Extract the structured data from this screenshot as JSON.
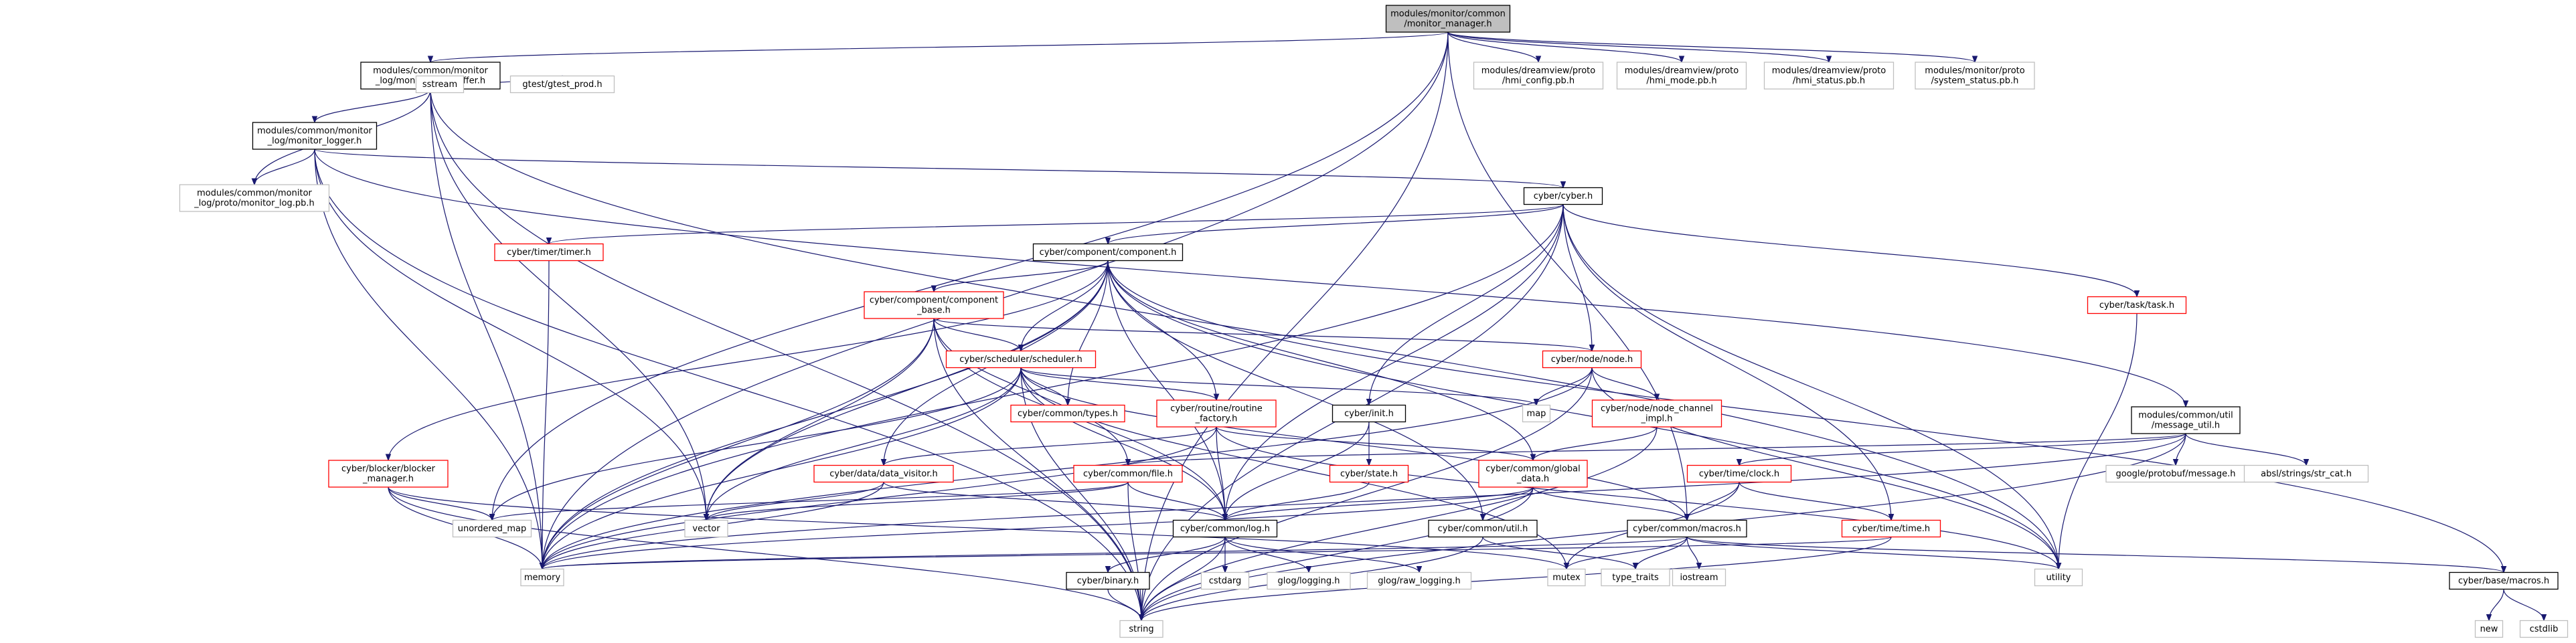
{
  "title": "",
  "colors": {
    "edge": "#191970",
    "root_fill": "#bfbfbf",
    "link_border": "#ff0000",
    "missing_border": "#bfbfbf",
    "normal_border": "#000000"
  },
  "nodes": [
    {
      "id": "monitor_manager",
      "lines": [
        "modules/monitor/common",
        "/monitor_manager.h"
      ],
      "style": "root"
    },
    {
      "id": "monitor_log_buffer",
      "lines": [
        "modules/common/monitor",
        "_log/monitor_log_buffer.h"
      ],
      "style": "normal"
    },
    {
      "id": "hmi_config",
      "lines": [
        "modules/dreamview/proto",
        "/hmi_config.pb.h"
      ],
      "style": "grey"
    },
    {
      "id": "hmi_mode",
      "lines": [
        "modules/dreamview/proto",
        "/hmi_mode.pb.h"
      ],
      "style": "grey"
    },
    {
      "id": "hmi_status",
      "lines": [
        "modules/dreamview/proto",
        "/hmi_status.pb.h"
      ],
      "style": "grey"
    },
    {
      "id": "system_status",
      "lines": [
        "modules/monitor/proto",
        "/system_status.pb.h"
      ],
      "style": "grey"
    },
    {
      "id": "monitor_logger",
      "lines": [
        "modules/common/monitor",
        "_log/monitor_logger.h"
      ],
      "style": "normal"
    },
    {
      "id": "sstream",
      "lines": [
        "sstream"
      ],
      "style": "grey"
    },
    {
      "id": "gtest_prod",
      "lines": [
        "gtest/gtest_prod.h"
      ],
      "style": "grey"
    },
    {
      "id": "monitor_log_pb",
      "lines": [
        "modules/common/monitor",
        "_log/proto/monitor_log.pb.h"
      ],
      "style": "grey"
    },
    {
      "id": "cyber_h",
      "lines": [
        "cyber/cyber.h"
      ],
      "style": "normal"
    },
    {
      "id": "timer_h",
      "lines": [
        "cyber/timer/timer.h"
      ],
      "style": "red"
    },
    {
      "id": "component_h",
      "lines": [
        "cyber/component/component.h"
      ],
      "style": "normal"
    },
    {
      "id": "component_base",
      "lines": [
        "cyber/component/component",
        "_base.h"
      ],
      "style": "red"
    },
    {
      "id": "task_h",
      "lines": [
        "cyber/task/task.h"
      ],
      "style": "red"
    },
    {
      "id": "node_h",
      "lines": [
        "cyber/node/node.h"
      ],
      "style": "red"
    },
    {
      "id": "scheduler_h",
      "lines": [
        "cyber/scheduler/scheduler.h"
      ],
      "style": "red"
    },
    {
      "id": "types_h",
      "lines": [
        "cyber/common/types.h"
      ],
      "style": "red"
    },
    {
      "id": "map",
      "lines": [
        "map"
      ],
      "style": "grey"
    },
    {
      "id": "node_channel_impl",
      "lines": [
        "cyber/node/node_channel",
        "_impl.h"
      ],
      "style": "red"
    },
    {
      "id": "init_h",
      "lines": [
        "cyber/init.h"
      ],
      "style": "normal"
    },
    {
      "id": "routine_factory",
      "lines": [
        "cyber/routine/routine",
        "_factory.h"
      ],
      "style": "red"
    },
    {
      "id": "message_util",
      "lines": [
        "modules/common/util",
        "/message_util.h"
      ],
      "style": "normal"
    },
    {
      "id": "blocker_manager",
      "lines": [
        "cyber/blocker/blocker",
        "_manager.h"
      ],
      "style": "red"
    },
    {
      "id": "data_visitor",
      "lines": [
        "cyber/data/data_visitor.h"
      ],
      "style": "red"
    },
    {
      "id": "file_h",
      "lines": [
        "cyber/common/file.h"
      ],
      "style": "red"
    },
    {
      "id": "state_h",
      "lines": [
        "cyber/state.h"
      ],
      "style": "red"
    },
    {
      "id": "global_data",
      "lines": [
        "cyber/common/global",
        "_data.h"
      ],
      "style": "red"
    },
    {
      "id": "clock_h",
      "lines": [
        "cyber/time/clock.h"
      ],
      "style": "red"
    },
    {
      "id": "protobuf_message",
      "lines": [
        "google/protobuf/message.h"
      ],
      "style": "grey"
    },
    {
      "id": "str_cat",
      "lines": [
        "absl/strings/str_cat.h"
      ],
      "style": "grey"
    },
    {
      "id": "unordered_map",
      "lines": [
        "unordered_map"
      ],
      "style": "grey"
    },
    {
      "id": "vector",
      "lines": [
        "vector"
      ],
      "style": "grey"
    },
    {
      "id": "log_h",
      "lines": [
        "cyber/common/log.h"
      ],
      "style": "normal"
    },
    {
      "id": "util_h",
      "lines": [
        "cyber/common/util.h"
      ],
      "style": "normal"
    },
    {
      "id": "macros_h",
      "lines": [
        "cyber/common/macros.h"
      ],
      "style": "normal"
    },
    {
      "id": "time_h",
      "lines": [
        "cyber/time/time.h"
      ],
      "style": "red"
    },
    {
      "id": "memory",
      "lines": [
        "memory"
      ],
      "style": "grey"
    },
    {
      "id": "mutex",
      "lines": [
        "mutex"
      ],
      "style": "grey"
    },
    {
      "id": "type_traits",
      "lines": [
        "type_traits"
      ],
      "style": "grey"
    },
    {
      "id": "iostream",
      "lines": [
        "iostream"
      ],
      "style": "grey"
    },
    {
      "id": "utility",
      "lines": [
        "utility"
      ],
      "style": "grey"
    },
    {
      "id": "base_macros",
      "lines": [
        "cyber/base/macros.h"
      ],
      "style": "normal"
    },
    {
      "id": "binary_h",
      "lines": [
        "cyber/binary.h"
      ],
      "style": "normal"
    },
    {
      "id": "cstdarg",
      "lines": [
        "cstdarg"
      ],
      "style": "grey"
    },
    {
      "id": "glog_logging",
      "lines": [
        "glog/logging.h"
      ],
      "style": "grey"
    },
    {
      "id": "glog_raw_logging",
      "lines": [
        "glog/raw_logging.h"
      ],
      "style": "grey"
    },
    {
      "id": "string",
      "lines": [
        "string"
      ],
      "style": "grey"
    },
    {
      "id": "new",
      "lines": [
        "new"
      ],
      "style": "grey"
    },
    {
      "id": "cstdlib",
      "lines": [
        "cstdlib"
      ],
      "style": "grey"
    }
  ],
  "edges": [
    [
      "monitor_manager",
      "monitor_log_buffer"
    ],
    [
      "monitor_manager",
      "hmi_config"
    ],
    [
      "monitor_manager",
      "hmi_mode"
    ],
    [
      "monitor_manager",
      "hmi_status"
    ],
    [
      "monitor_manager",
      "system_status"
    ],
    [
      "monitor_manager",
      "string"
    ],
    [
      "monitor_manager",
      "memory"
    ],
    [
      "monitor_manager",
      "unordered_map"
    ],
    [
      "monitor_manager",
      "macros_h"
    ],
    [
      "monitor_log_buffer",
      "monitor_logger"
    ],
    [
      "monitor_log_buffer",
      "sstream"
    ],
    [
      "monitor_log_buffer",
      "gtest_prod"
    ],
    [
      "monitor_log_buffer",
      "monitor_log_pb"
    ],
    [
      "monitor_log_buffer",
      "string"
    ],
    [
      "monitor_log_buffer",
      "vector"
    ],
    [
      "monitor_log_buffer",
      "memory"
    ],
    [
      "monitor_log_buffer",
      "utility"
    ],
    [
      "monitor_logger",
      "monitor_log_pb"
    ],
    [
      "monitor_logger",
      "cyber_h"
    ],
    [
      "monitor_logger",
      "message_util"
    ],
    [
      "monitor_logger",
      "memory"
    ],
    [
      "monitor_logger",
      "string"
    ],
    [
      "monitor_logger",
      "vector"
    ],
    [
      "cyber_h",
      "timer_h"
    ],
    [
      "cyber_h",
      "component_h"
    ],
    [
      "cyber_h",
      "task_h"
    ],
    [
      "cyber_h",
      "node_h"
    ],
    [
      "cyber_h",
      "init_h"
    ],
    [
      "cyber_h",
      "log_h"
    ],
    [
      "cyber_h",
      "time_h"
    ],
    [
      "cyber_h",
      "memory"
    ],
    [
      "cyber_h",
      "string"
    ],
    [
      "cyber_h",
      "utility"
    ],
    [
      "timer_h",
      "memory"
    ],
    [
      "component_h",
      "component_base"
    ],
    [
      "component_h",
      "scheduler_h"
    ],
    [
      "component_h",
      "types_h"
    ],
    [
      "component_h",
      "routine_factory"
    ],
    [
      "component_h",
      "blocker_manager"
    ],
    [
      "component_h",
      "data_visitor"
    ],
    [
      "component_h",
      "global_data"
    ],
    [
      "component_h",
      "util_h"
    ],
    [
      "component_h",
      "base_macros"
    ],
    [
      "component_h",
      "memory"
    ],
    [
      "component_h",
      "vector"
    ],
    [
      "component_h",
      "utility"
    ],
    [
      "component_h",
      "log_h"
    ],
    [
      "component_base",
      "node_h"
    ],
    [
      "component_base",
      "scheduler_h"
    ],
    [
      "component_base",
      "file_h"
    ],
    [
      "component_base",
      "log_h"
    ],
    [
      "component_base",
      "memory"
    ],
    [
      "component_base",
      "string"
    ],
    [
      "component_base",
      "vector"
    ],
    [
      "task_h",
      "utility"
    ],
    [
      "node_h",
      "node_channel_impl"
    ],
    [
      "node_h",
      "map"
    ],
    [
      "node_h",
      "memory"
    ],
    [
      "node_h",
      "string"
    ],
    [
      "node_h",
      "utility"
    ],
    [
      "scheduler_h",
      "types_h"
    ],
    [
      "scheduler_h",
      "routine_factory"
    ],
    [
      "scheduler_h",
      "map"
    ],
    [
      "scheduler_h",
      "unordered_map"
    ],
    [
      "scheduler_h",
      "vector"
    ],
    [
      "scheduler_h",
      "memory"
    ],
    [
      "scheduler_h",
      "string"
    ],
    [
      "scheduler_h",
      "mutex"
    ],
    [
      "scheduler_h",
      "log_h"
    ],
    [
      "scheduler_h",
      "macros_h"
    ],
    [
      "node_channel_impl",
      "global_data"
    ],
    [
      "node_channel_impl",
      "string"
    ],
    [
      "init_h",
      "state_h"
    ],
    [
      "init_h",
      "log_h"
    ],
    [
      "routine_factory",
      "data_visitor"
    ],
    [
      "routine_factory",
      "global_data"
    ],
    [
      "routine_factory",
      "log_h"
    ],
    [
      "routine_factory",
      "memory"
    ],
    [
      "routine_factory",
      "utility"
    ],
    [
      "message_util",
      "protobuf_message"
    ],
    [
      "message_util",
      "str_cat"
    ],
    [
      "message_util",
      "clock_h"
    ],
    [
      "message_util",
      "file_h"
    ],
    [
      "message_util",
      "memory"
    ],
    [
      "message_util",
      "string"
    ],
    [
      "blocker_manager",
      "memory"
    ],
    [
      "blocker_manager",
      "string"
    ],
    [
      "blocker_manager",
      "unordered_map"
    ],
    [
      "blocker_manager",
      "mutex"
    ],
    [
      "data_visitor",
      "log_h"
    ],
    [
      "data_visitor",
      "vector"
    ],
    [
      "data_visitor",
      "memory"
    ],
    [
      "file_h",
      "log_h"
    ],
    [
      "file_h",
      "string"
    ],
    [
      "file_h",
      "vector"
    ],
    [
      "file_h",
      "unordered_map"
    ],
    [
      "state_h",
      "log_h"
    ],
    [
      "global_data",
      "util_h"
    ],
    [
      "global_data",
      "macros_h"
    ],
    [
      "global_data",
      "log_h"
    ],
    [
      "global_data",
      "string"
    ],
    [
      "global_data",
      "memory"
    ],
    [
      "clock_h",
      "macros_h"
    ],
    [
      "clock_h",
      "time_h"
    ],
    [
      "clock_h",
      "mutex"
    ],
    [
      "log_h",
      "binary_h"
    ],
    [
      "log_h",
      "cstdarg"
    ],
    [
      "log_h",
      "glog_logging"
    ],
    [
      "log_h",
      "glog_raw_logging"
    ],
    [
      "log_h",
      "string"
    ],
    [
      "util_h",
      "string"
    ],
    [
      "util_h",
      "type_traits"
    ],
    [
      "macros_h",
      "iostream"
    ],
    [
      "macros_h",
      "memory"
    ],
    [
      "macros_h",
      "mutex"
    ],
    [
      "macros_h",
      "type_traits"
    ],
    [
      "macros_h",
      "utility"
    ],
    [
      "macros_h",
      "base_macros"
    ],
    [
      "time_h",
      "string"
    ],
    [
      "time_h",
      "memory"
    ],
    [
      "binary_h",
      "string"
    ],
    [
      "base_macros",
      "new"
    ],
    [
      "base_macros",
      "cstdlib"
    ]
  ]
}
